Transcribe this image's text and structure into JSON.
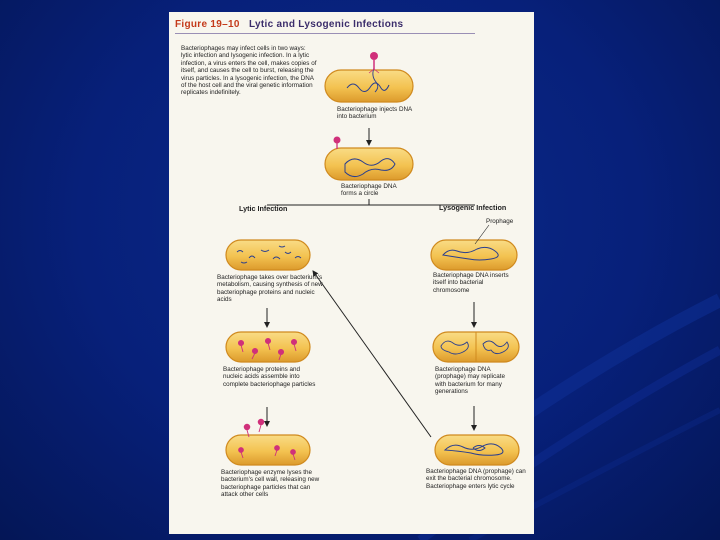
{
  "figure": {
    "number": "Figure 19–10",
    "title": "Lytic and Lysogenic Infections"
  },
  "intro": "Bacteriophages may infect cells in two ways: lytic infection and lysogenic infection. In a lytic infection, a virus enters the cell, makes copies of itself, and causes the cell to burst, releasing the virus particles. In a lysogenic infection, the DNA of the host cell and the viral genetic information replicates indefinitely.",
  "headings": {
    "lytic": "Lytic Infection",
    "lysogenic": "Lysogenic Infection"
  },
  "label_prophage": "Prophage",
  "captions": {
    "inject": "Bacteriophage injects DNA into bacterium",
    "circle": "Bacteriophage DNA forms a circle",
    "lytic1": "Bacteriophage takes over bacterium's metabolism, causing synthesis of new bacteriophage proteins and nucleic acids",
    "lytic2": "Bacteriophage proteins and nucleic acids assemble into complete bacteriophage particles",
    "lytic3": "Bacteriophage enzyme lyses the bacterium's cell wall, releasing new bacteriophage particles that can attack other cells",
    "lyso1": "Bacteriophage DNA inserts itself into bacterial chromosome",
    "lyso2": "Bacteriophage DNA (prophage) may replicate with bacterium for many generations",
    "lyso3": "Bacteriophage DNA (prophage) can exit the bacterial chromosome. Bacteriophage enters lytic cycle"
  },
  "colors": {
    "cell_fill": "#f3c250",
    "cell_edge": "#d08a1e",
    "phage": "#d0307a",
    "dna": "#2a3f8f",
    "background": "#07207a"
  }
}
